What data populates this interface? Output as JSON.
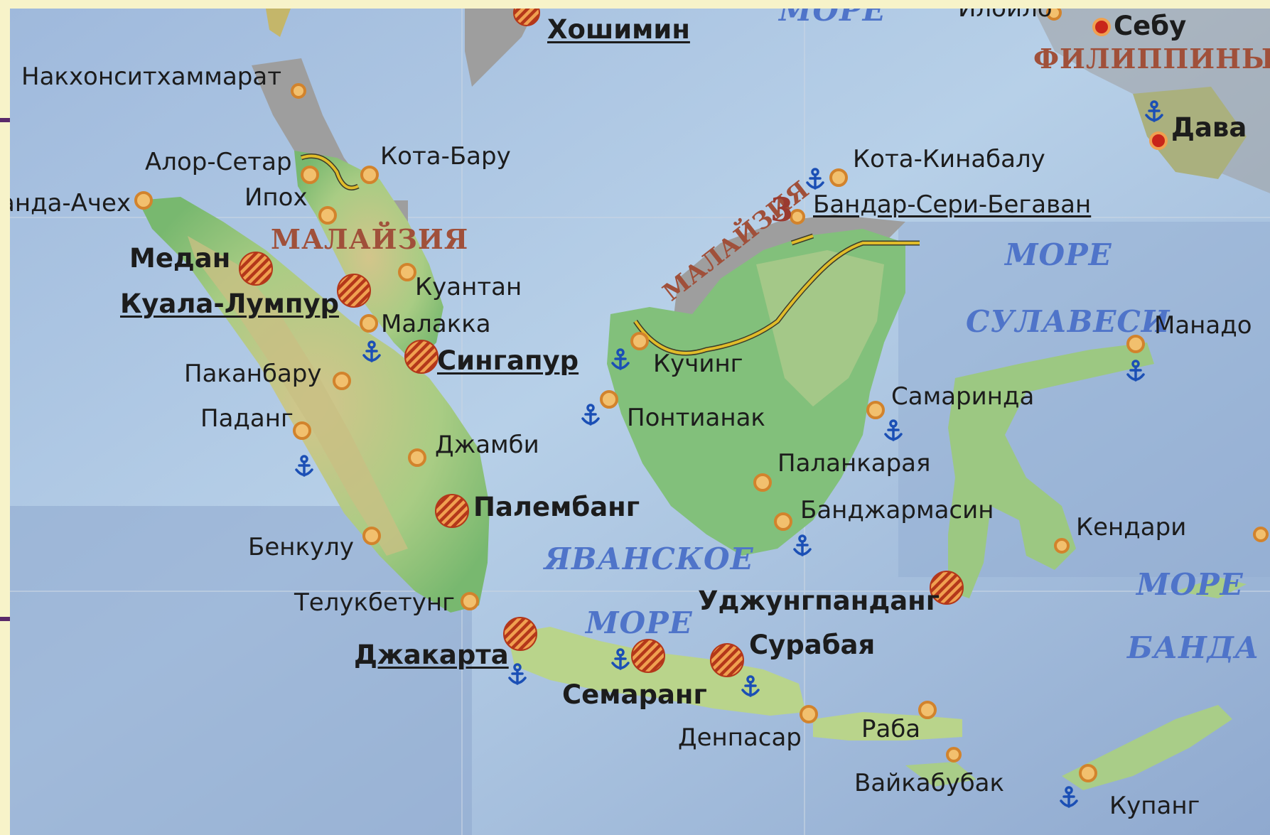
{
  "colors": {
    "sea": "#b4cde6",
    "deep_sea": "#8aa9cf",
    "lowland": "#86c27c",
    "highland": "#c9d79a",
    "mountain": "#b99b6c",
    "neighbor_land": "#a0a0a0",
    "border": "#d9b11f",
    "city_marker": "#d2832c",
    "capital_hatch": "#c2421c",
    "sea_label": "#4f74c9",
    "country_label": "#a0503a"
  },
  "icons": {
    "port": "anchor-icon",
    "city": "circle-dot-icon",
    "capital": "hatched-circle-icon"
  },
  "countries": [
    {
      "id": "malaysia-west",
      "text": "МАЛАЙЗИЯ"
    },
    {
      "id": "malaysia-east",
      "text": "МАЛАЙЗИЯ"
    },
    {
      "id": "philippines",
      "text": "ФИЛИППИНЫ"
    }
  ],
  "seas": [
    {
      "id": "more-top",
      "text": "МОРЕ"
    },
    {
      "id": "more-sulawesi",
      "text": "МОРЕ"
    },
    {
      "id": "sulawesi",
      "text": "СУЛАВЕСИ"
    },
    {
      "id": "yavanskoe",
      "text": "ЯВАНСКОЕ"
    },
    {
      "id": "more-java",
      "text": "МОРЕ"
    },
    {
      "id": "more-banda",
      "text": "МОРЕ"
    },
    {
      "id": "banda",
      "text": "БАНДА"
    }
  ],
  "border_marker": "3",
  "cities": [
    {
      "id": "hoshimin",
      "text": "Хошимин",
      "kind": "capital"
    },
    {
      "id": "iloilo",
      "text": "Илойло",
      "kind": "city"
    },
    {
      "id": "sebu",
      "text": "Себу",
      "kind": "major"
    },
    {
      "id": "davao",
      "text": "Дава",
      "kind": "major"
    },
    {
      "id": "nakhon",
      "text": "Накхонситхаммарат",
      "kind": "city"
    },
    {
      "id": "alor-setar",
      "text": "Алор-Сетар",
      "kind": "city"
    },
    {
      "id": "kota-baru",
      "text": "Кота-Бару",
      "kind": "city"
    },
    {
      "id": "banda-aceh",
      "text": "анда-Ачех",
      "kind": "city"
    },
    {
      "id": "ipoh",
      "text": "Ипох",
      "kind": "city"
    },
    {
      "id": "medan",
      "text": "Медан",
      "kind": "large"
    },
    {
      "id": "kuala-lumpur",
      "text": "Куала-Лумпур",
      "kind": "capital"
    },
    {
      "id": "kuantan",
      "text": "Куантан",
      "kind": "city"
    },
    {
      "id": "malakka",
      "text": "Малакка",
      "kind": "city"
    },
    {
      "id": "singapur",
      "text": "Сингапур",
      "kind": "capital"
    },
    {
      "id": "pakanbaru",
      "text": "Пакан­бару",
      "kind": "city"
    },
    {
      "id": "padang",
      "text": "Паданг",
      "kind": "city"
    },
    {
      "id": "dzhambi",
      "text": "Джамби",
      "kind": "city"
    },
    {
      "id": "palembang",
      "text": "Палембанг",
      "kind": "large"
    },
    {
      "id": "benkulu",
      "text": "Бенкулу",
      "kind": "city"
    },
    {
      "id": "telukbetung",
      "text": "Телукбетунг",
      "kind": "city"
    },
    {
      "id": "dzhakarta",
      "text": "Джакарта",
      "kind": "capital"
    },
    {
      "id": "semarang",
      "text": "Семаранг",
      "kind": "large"
    },
    {
      "id": "surabaya",
      "text": "Сурабая",
      "kind": "large"
    },
    {
      "id": "denpasar",
      "text": "Денпасар",
      "kind": "city"
    },
    {
      "id": "raba",
      "text": "Раба",
      "kind": "city"
    },
    {
      "id": "vaikabubak",
      "text": "Вайкабубак",
      "kind": "city"
    },
    {
      "id": "kupang",
      "text": "Купанг",
      "kind": "city"
    },
    {
      "id": "kota-kinabalu",
      "text": "Кота-Кинабалу",
      "kind": "city"
    },
    {
      "id": "bandar",
      "text": "Бандар-Сери-Бегаван",
      "kind": "capital-small"
    },
    {
      "id": "kuching",
      "text": "Кучинг",
      "kind": "city"
    },
    {
      "id": "pontianak",
      "text": "Понтианак",
      "kind": "city"
    },
    {
      "id": "samarinda",
      "text": "Самаринда",
      "kind": "city"
    },
    {
      "id": "palankaraya",
      "text": "Паланкарая",
      "kind": "city"
    },
    {
      "id": "bandzharmasin",
      "text": "Банджармасин",
      "kind": "city"
    },
    {
      "id": "udzhung",
      "text": "Уджунгпанданг",
      "kind": "large"
    },
    {
      "id": "manado",
      "text": "Манадо",
      "kind": "city"
    },
    {
      "id": "kendari",
      "text": "Кендари",
      "kind": "city"
    }
  ]
}
